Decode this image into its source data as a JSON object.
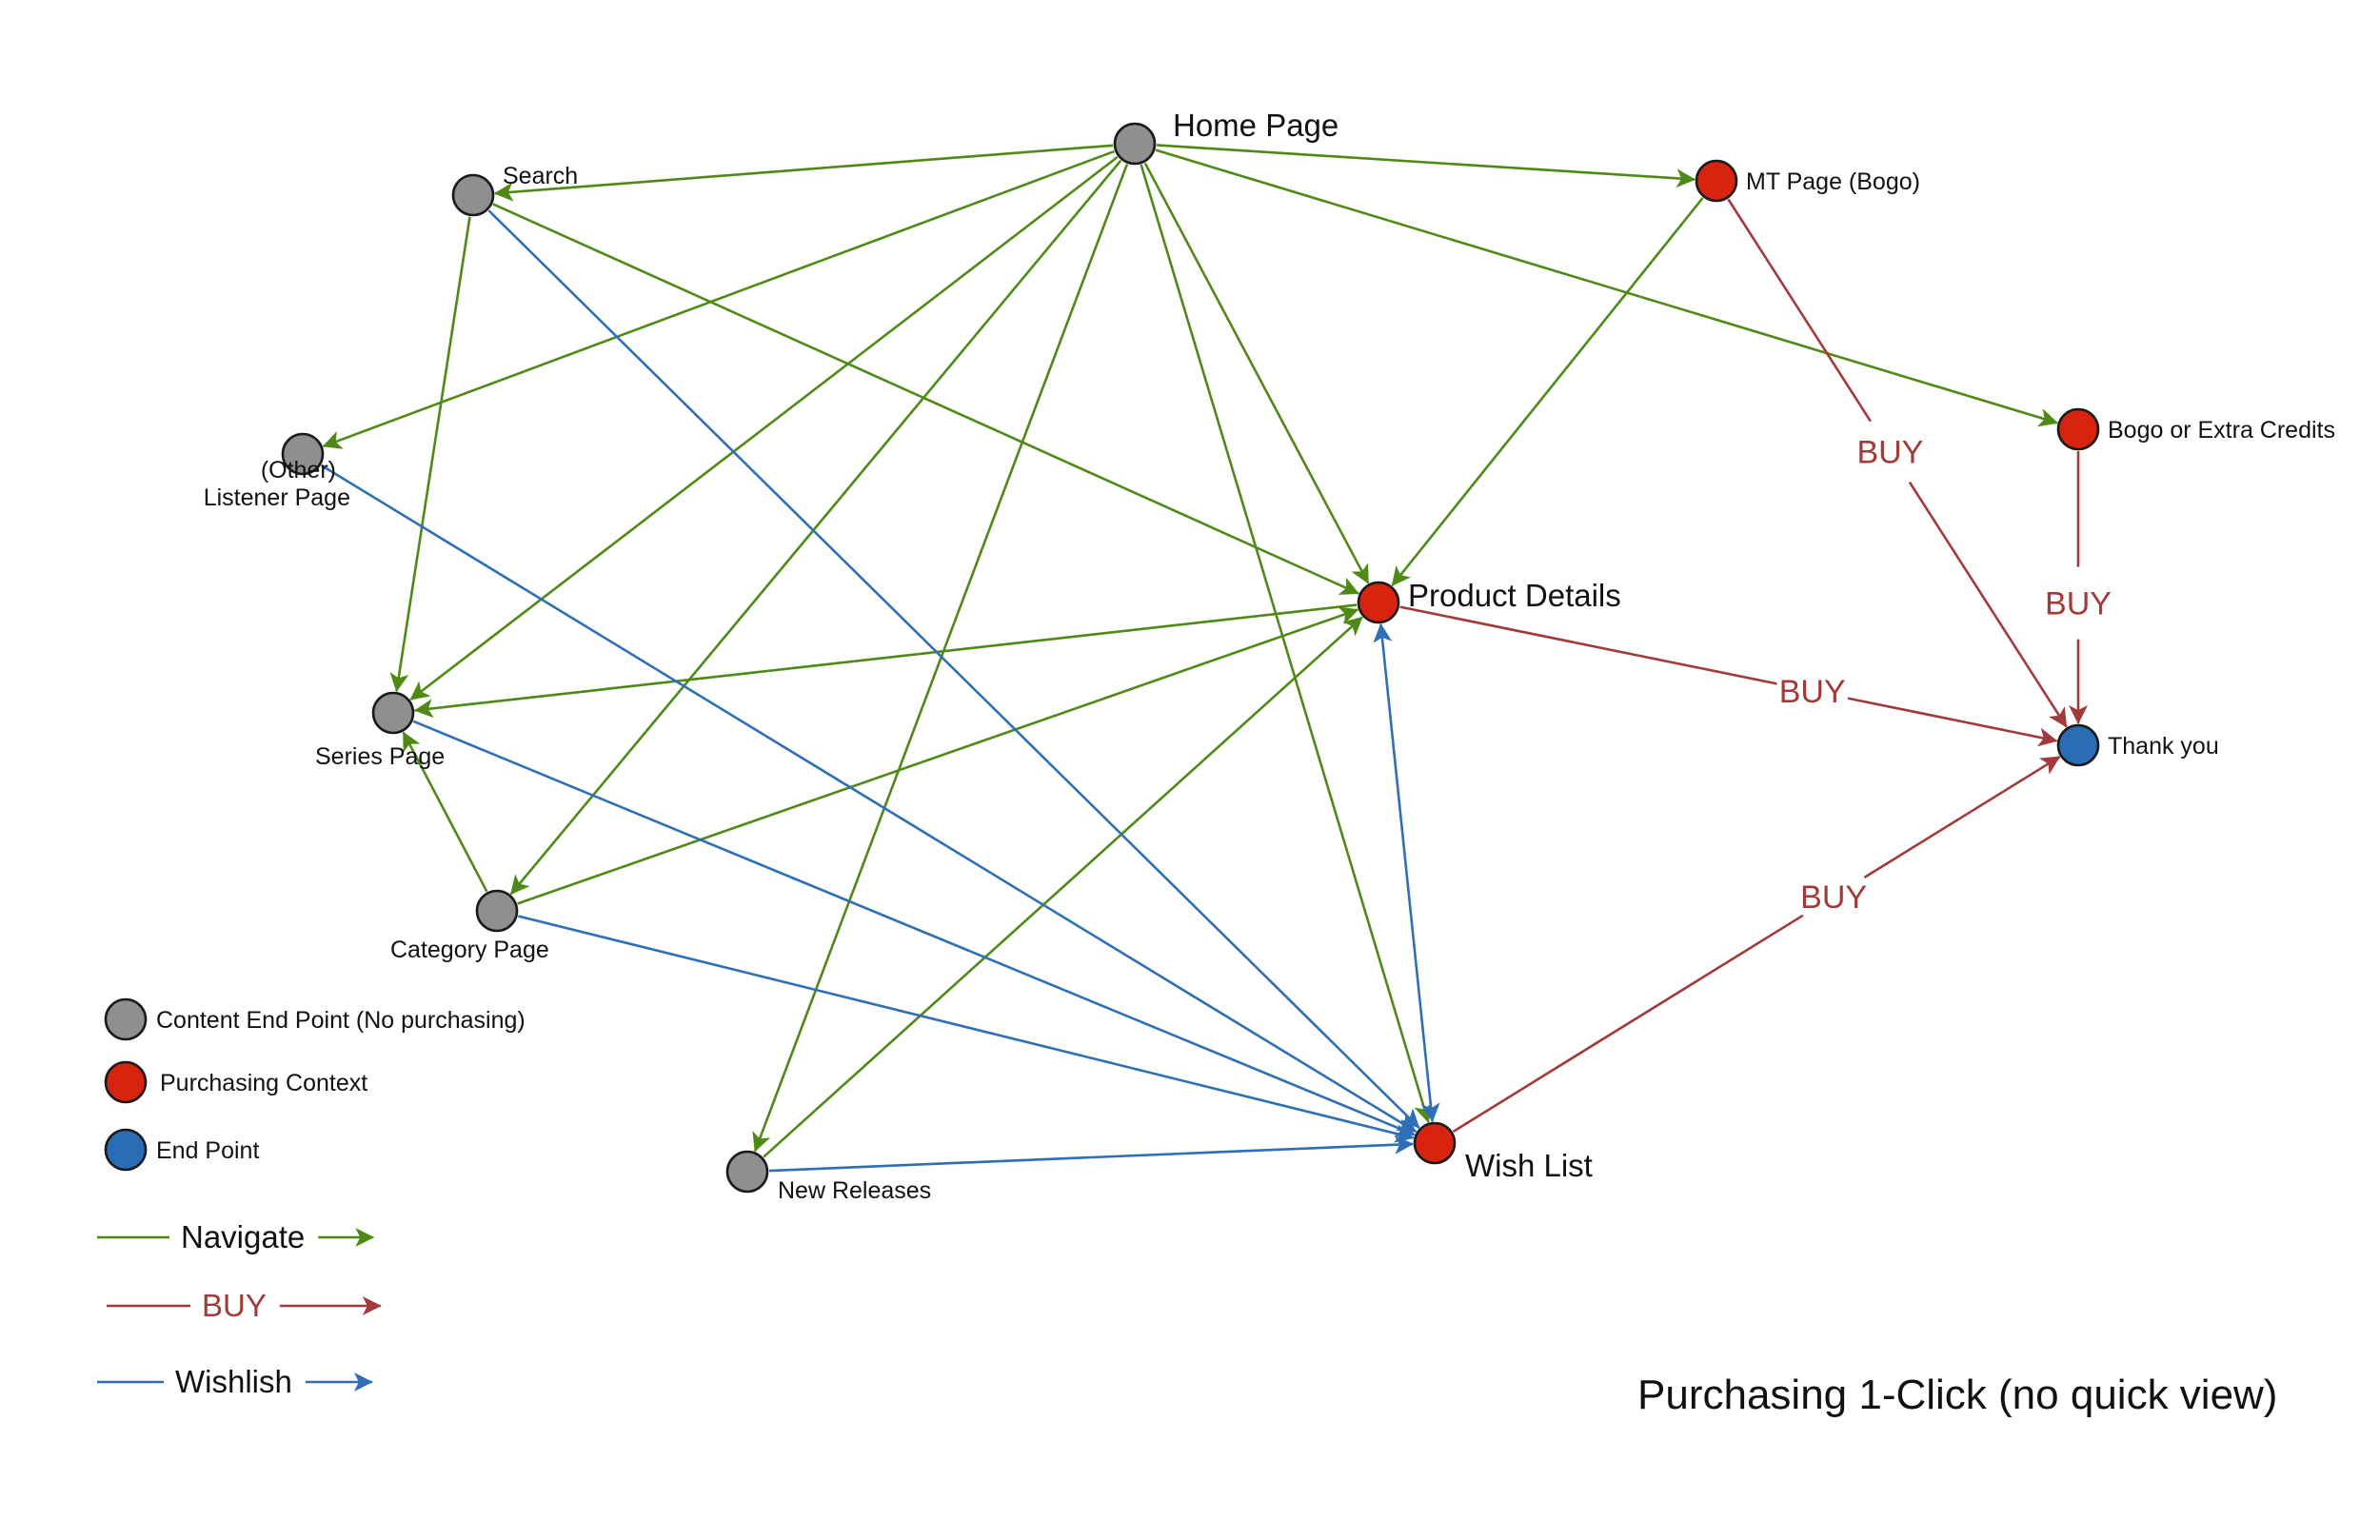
{
  "diagram": {
    "title": "Purchasing 1-Click (no quick view)",
    "colors": {
      "content": "#8f8f8f",
      "purchasing": "#d8230f",
      "endpoint": "#2a6cb6",
      "navigate": "#4f8a17",
      "buy": "#a33a3a",
      "wishlist": "#2e6fb5"
    },
    "nodes": [
      {
        "id": "home",
        "label": "Home Page",
        "kind": "content"
      },
      {
        "id": "search",
        "label": "Search",
        "kind": "content"
      },
      {
        "id": "listener",
        "label": "(Other)\nListener Page",
        "kind": "content"
      },
      {
        "id": "series",
        "label": "Series Page",
        "kind": "content"
      },
      {
        "id": "category",
        "label": "Category Page",
        "kind": "content"
      },
      {
        "id": "newrel",
        "label": "New Releases",
        "kind": "content"
      },
      {
        "id": "mt",
        "label": "MT Page (Bogo)",
        "kind": "purchasing"
      },
      {
        "id": "bogo",
        "label": "Bogo or Extra Credits",
        "kind": "purchasing"
      },
      {
        "id": "product",
        "label": "Product Details",
        "kind": "purchasing"
      },
      {
        "id": "wish",
        "label": "Wish List",
        "kind": "purchasing"
      },
      {
        "id": "thanks",
        "label": "Thank you",
        "kind": "endpoint"
      }
    ],
    "edges": [
      {
        "from": "home",
        "to": "search",
        "type": "navigate"
      },
      {
        "from": "home",
        "to": "mt",
        "type": "navigate"
      },
      {
        "from": "home",
        "to": "bogo",
        "type": "navigate"
      },
      {
        "from": "home",
        "to": "listener",
        "type": "navigate"
      },
      {
        "from": "home",
        "to": "series",
        "type": "navigate"
      },
      {
        "from": "home",
        "to": "category",
        "type": "navigate"
      },
      {
        "from": "home",
        "to": "newrel",
        "type": "navigate"
      },
      {
        "from": "home",
        "to": "product",
        "type": "navigate"
      },
      {
        "from": "home",
        "to": "wish",
        "type": "navigate"
      },
      {
        "from": "search",
        "to": "series",
        "type": "navigate"
      },
      {
        "from": "search",
        "to": "product",
        "type": "navigate"
      },
      {
        "from": "mt",
        "to": "product",
        "type": "navigate"
      },
      {
        "from": "product",
        "to": "series",
        "type": "navigate"
      },
      {
        "from": "category",
        "to": "series",
        "type": "navigate"
      },
      {
        "from": "category",
        "to": "product",
        "type": "navigate"
      },
      {
        "from": "newrel",
        "to": "product",
        "type": "navigate"
      },
      {
        "from": "search",
        "to": "wish",
        "type": "wishlist"
      },
      {
        "from": "listener",
        "to": "wish",
        "type": "wishlist"
      },
      {
        "from": "series",
        "to": "wish",
        "type": "wishlist"
      },
      {
        "from": "category",
        "to": "wish",
        "type": "wishlist"
      },
      {
        "from": "newrel",
        "to": "wish",
        "type": "wishlist"
      },
      {
        "from": "product",
        "to": "wish",
        "type": "wishlist",
        "both": true
      },
      {
        "from": "mt",
        "to": "thanks",
        "type": "buy",
        "label": "BUY"
      },
      {
        "from": "bogo",
        "to": "thanks",
        "type": "buy",
        "label": "BUY"
      },
      {
        "from": "product",
        "to": "thanks",
        "type": "buy",
        "label": "BUY"
      },
      {
        "from": "wish",
        "to": "thanks",
        "type": "buy",
        "label": "BUY"
      }
    ],
    "legend": {
      "nodes": [
        {
          "kind": "content",
          "label": "Content End Point (No purchasing)"
        },
        {
          "kind": "purchasing",
          "label": "Purchasing Context"
        },
        {
          "kind": "endpoint",
          "label": "End Point"
        }
      ],
      "lines": [
        {
          "type": "navigate",
          "label": "Navigate"
        },
        {
          "type": "buy",
          "label": "BUY"
        },
        {
          "type": "wishlist",
          "label": "Wishlish"
        }
      ]
    }
  }
}
